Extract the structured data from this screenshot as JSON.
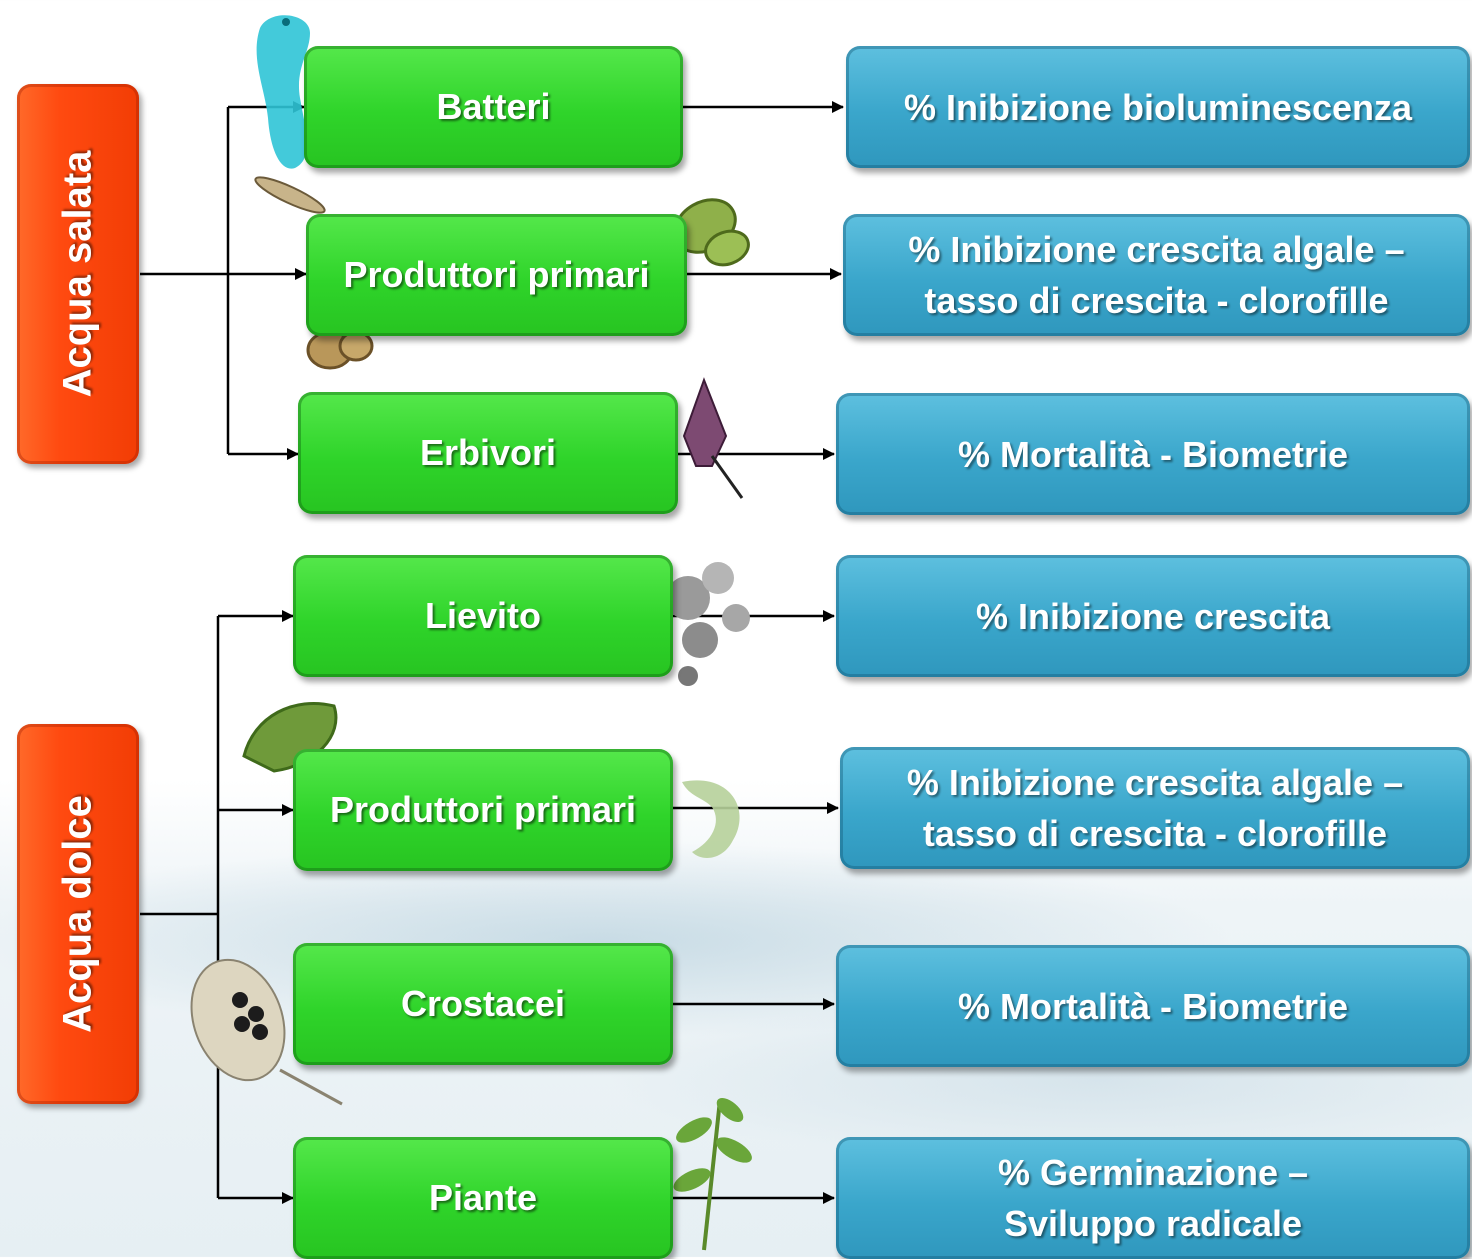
{
  "groups": [
    {
      "label": "Acqua salata"
    },
    {
      "label": "Acqua dolce"
    }
  ],
  "organisms": [
    {
      "label": "Batteri"
    },
    {
      "label": "Produttori primari"
    },
    {
      "label": "Erbivori"
    },
    {
      "label": "Lievito"
    },
    {
      "label": "Produttori primari"
    },
    {
      "label": "Crostacei"
    },
    {
      "label": "Piante"
    }
  ],
  "endpoints": [
    {
      "line1": "% Inibizione bioluminescenza",
      "line2": ""
    },
    {
      "line1": "% Inibizione crescita algale –",
      "line2": "tasso di crescita - clorofille"
    },
    {
      "line1": "% Mortalità - Biometrie",
      "line2": ""
    },
    {
      "line1": "% Inibizione crescita",
      "line2": ""
    },
    {
      "line1": "% Inibizione crescita algale –",
      "line2": "tasso di crescita - clorofille"
    },
    {
      "line1": "% Mortalità - Biometrie",
      "line2": ""
    },
    {
      "line1": "% Germinazione –",
      "line2": "Sviluppo radicale"
    }
  ],
  "colors": {
    "group": "#ff4a10",
    "organism": "#2fd42a",
    "endpoint": "#3aa6cb"
  }
}
